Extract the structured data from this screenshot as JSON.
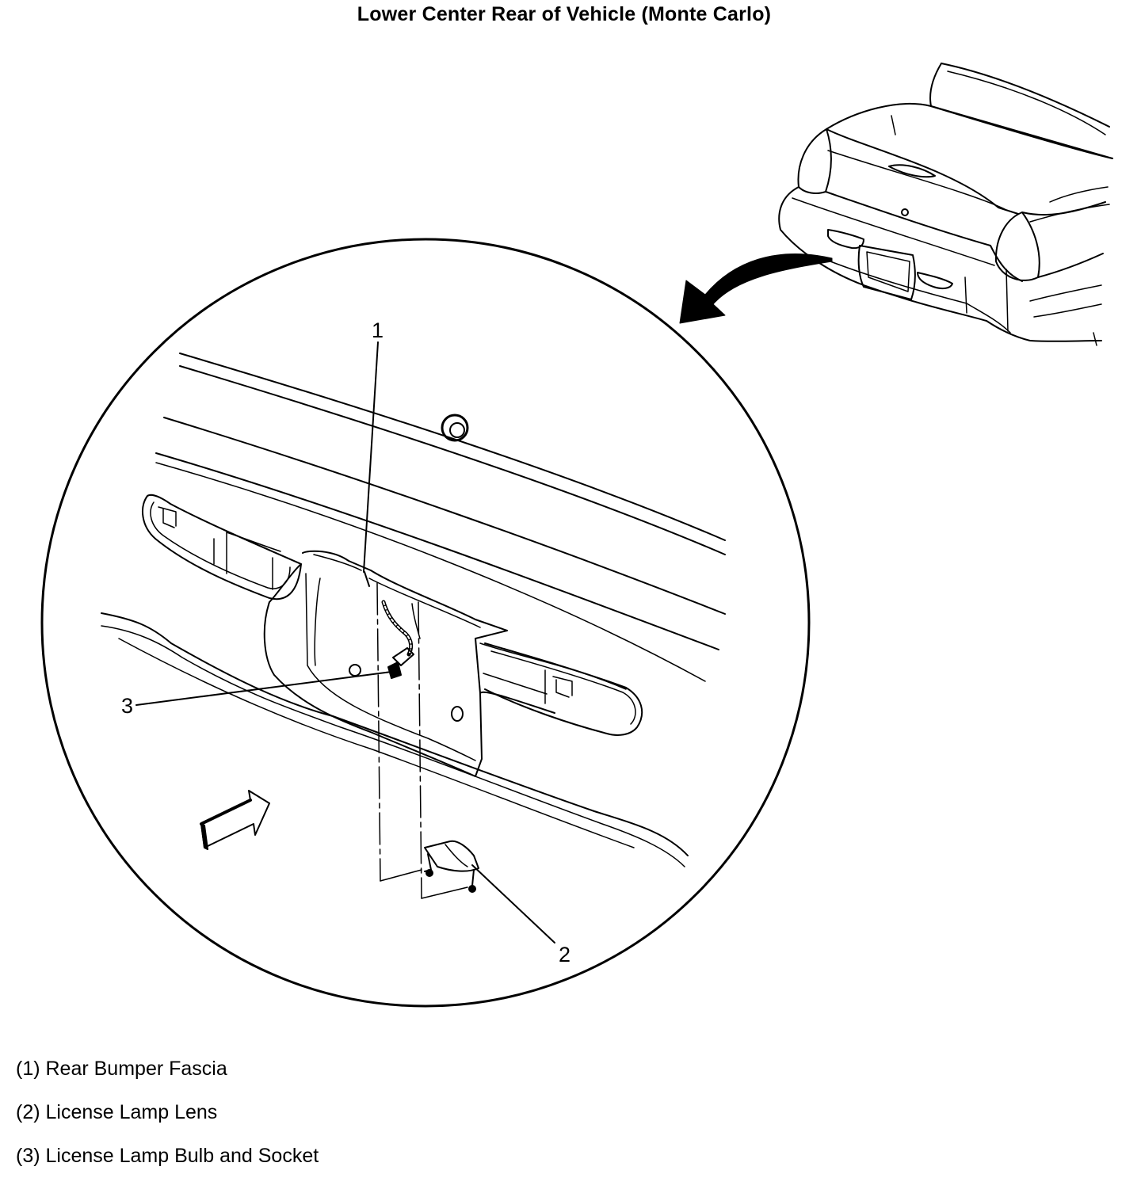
{
  "title": "Lower Center Rear of Vehicle (Monte Carlo)",
  "callouts": {
    "c1": "1",
    "c2": "2",
    "c3": "3"
  },
  "legend": [
    "(1) Rear Bumper Fascia",
    "(2) License Lamp Lens",
    "(3) License Lamp Bulb and Socket"
  ],
  "colors": {
    "line": "#000000",
    "background": "#ffffff"
  }
}
